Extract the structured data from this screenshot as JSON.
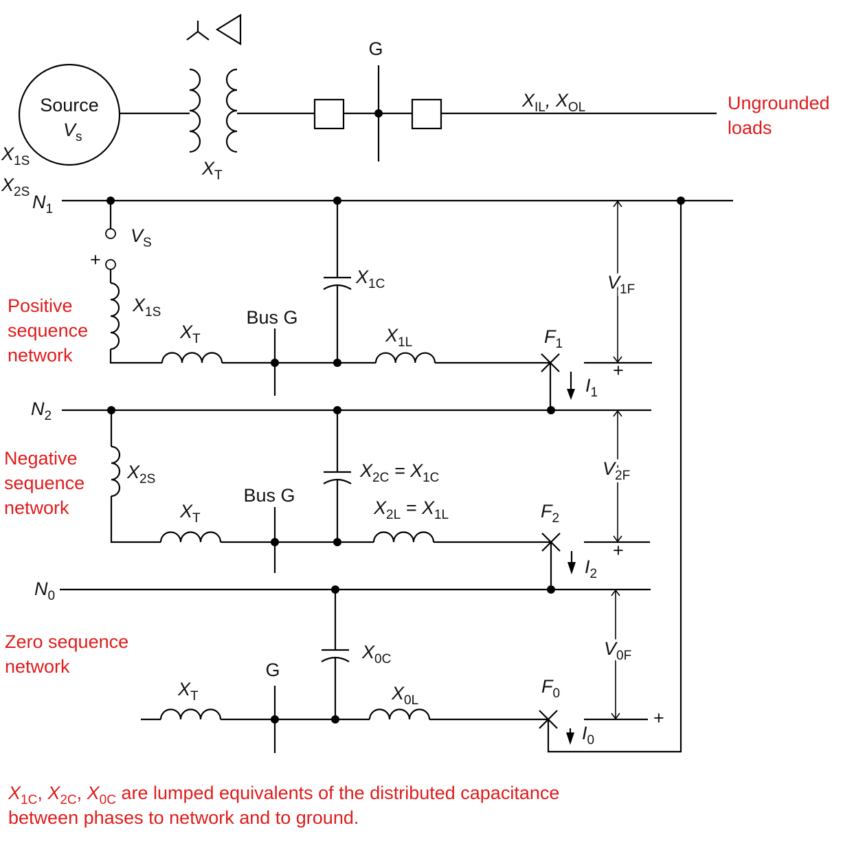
{
  "single_line": {
    "source": {
      "label": "Source",
      "v": "V",
      "v_sub": "s"
    },
    "wye_delta": {
      "wye": "⅄",
      "delta": "◁"
    },
    "transformer": {
      "x": "X",
      "sub": "T"
    },
    "bus": "G",
    "line": {
      "x1": "X",
      "s1": "IL",
      "sep": ", ",
      "x2": "X",
      "s2": "OL"
    },
    "loads": [
      "Ungrounded",
      "loads"
    ],
    "src_x1": {
      "x": "X",
      "sub": "1S"
    },
    "src_x2": {
      "x": "X",
      "sub": "2S"
    }
  },
  "positive": {
    "title": [
      "Positive",
      "sequence",
      "network"
    ],
    "neutral": {
      "x": "N",
      "sub": "1"
    },
    "vs": {
      "x": "V",
      "sub": "S"
    },
    "plus": "+",
    "x1s": {
      "x": "X",
      "sub": "1S"
    },
    "xt": {
      "x": "X",
      "sub": "T"
    },
    "bus": "Bus G",
    "xc": {
      "x": "X",
      "sub": "1C"
    },
    "xl": {
      "x": "X",
      "sub": "1L"
    },
    "fault": {
      "x": "F",
      "sub": "1"
    },
    "current": {
      "x": "I",
      "sub": "1"
    },
    "voltage": {
      "x": "V",
      "sub": "1F"
    },
    "vplus": "+"
  },
  "negative": {
    "title": [
      "Negative",
      "sequence",
      "network"
    ],
    "neutral": {
      "x": "N",
      "sub": "2"
    },
    "x2s": {
      "x": "X",
      "sub": "2S"
    },
    "xt": {
      "x": "X",
      "sub": "T"
    },
    "bus": "Bus G",
    "xc": {
      "x": "X",
      "sub": "2C",
      "eq": " = ",
      "x2": "X",
      "sub2": "1C"
    },
    "xl": {
      "x": "X",
      "sub": "2L",
      "eq": " = ",
      "x2": "X",
      "sub2": "1L"
    },
    "fault": {
      "x": "F",
      "sub": "2"
    },
    "current": {
      "x": "I",
      "sub": "2"
    },
    "voltage": {
      "x": "V",
      "sub": "2F"
    },
    "vplus": "+"
  },
  "zero": {
    "title": [
      "Zero sequence",
      "network"
    ],
    "neutral": {
      "x": "N",
      "sub": "0"
    },
    "xt": {
      "x": "X",
      "sub": "T"
    },
    "bus": "G",
    "xc": {
      "x": "X",
      "sub": "0C"
    },
    "xl": {
      "x": "X",
      "sub": "0L"
    },
    "fault": {
      "x": "F",
      "sub": "0"
    },
    "current": {
      "x": "I",
      "sub": "0"
    },
    "voltage": {
      "x": "V",
      "sub": "0F"
    },
    "vplus": "+"
  },
  "footnote": {
    "x1": "X",
    "s1": "1C",
    "c1": ", ",
    "x2": "X",
    "s2": "2C",
    "c2": ", ",
    "x3": "X",
    "s3": "0C",
    "rest": " are lumped equivalents of the distributed capacitance",
    "line2": "between phases to network and to ground."
  },
  "colors": {
    "wire": "#000000",
    "accent_red": "#e01b1b"
  }
}
